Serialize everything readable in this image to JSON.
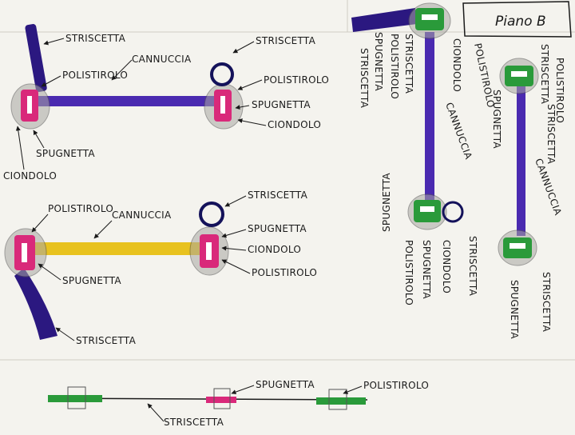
{
  "title": "Piano B",
  "colors": {
    "purple": "#4a2ab0",
    "darkPurple": "#2b1880",
    "navy": "#14125a",
    "yellow": "#e8c21f",
    "magenta": "#d9297a",
    "green": "#2a9a3a",
    "grey": "#a9a7a2",
    "paper": "#f4f3ee",
    "ink": "#1a1a1a"
  },
  "labels": {
    "l1": "STRISCETTA",
    "l2": "POLISTIROLO",
    "l3": "CANNUCCIA",
    "l4": "STRISCETTA",
    "l5": "POLISTIROLO",
    "l6": "SPUGNETTA",
    "l7": "CIONDOLO",
    "l8": "SPUGNETTA",
    "l9": "CIONDOLO",
    "l10": "POLISTIROLO",
    "l11": "CANNUCCIA",
    "l12": "STRISCETTA",
    "l13": "SPUGNETTA",
    "l14": "CIONDOLO",
    "l15": "POLISTIROLO",
    "l16": "SPUGNETTA",
    "l17": "STRISCETTA",
    "l18": "SPUGNETTA",
    "l19": "POLISTIROLO",
    "l20": "STRISCETTA",
    "l21": "STRISCETTA",
    "l22": "CIONDOLO",
    "l23": "SPUGNETTA",
    "l24": "POLISTIROLO",
    "l25": "CANNUCCIA",
    "l26": "POLISTIROLO",
    "l27": "SPUGNETTA",
    "l28": "CIONDOLO",
    "l29": "STRISCETTA",
    "l30": "STRISCETTA",
    "l31": "POLISTIROLO",
    "l32": "SPUGNETTA",
    "l33": "STRISCETTA",
    "l34": "CANNUCCIA",
    "l35": "SPUGNETTA",
    "l36": "STRISCETTA"
  }
}
